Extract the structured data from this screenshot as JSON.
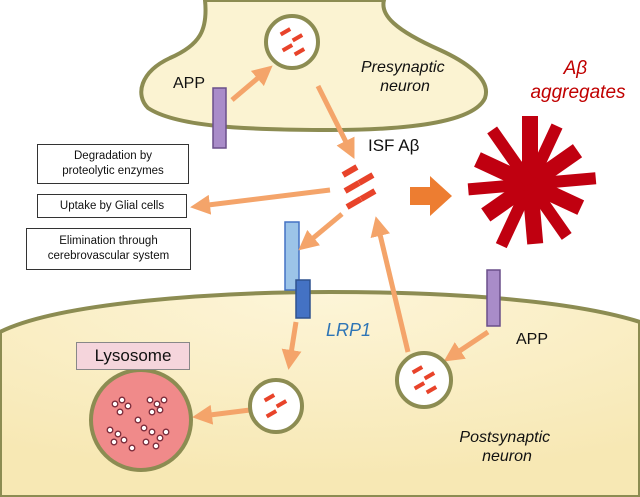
{
  "labels": {
    "app_top": "APP",
    "presynaptic": [
      "Presynaptic",
      "neuron"
    ],
    "abeta_aggregates": [
      "Aβ",
      "aggregates"
    ],
    "isf_abeta": "ISF Aβ",
    "lrp1": "LRP1",
    "app_bottom": "APP",
    "lysosome": "Lysosome",
    "postsynaptic": [
      "Postsynaptic",
      "neuron"
    ]
  },
  "boxes": {
    "degradation": [
      "Degradation by",
      "proteolytic enzymes"
    ],
    "glial": "Uptake by Glial cells",
    "elimination": [
      "Elimination through",
      "cerebrovascular system"
    ]
  },
  "colors": {
    "neuron_fill": "#fbf3d2",
    "neuron_stroke": "#8c8c52",
    "arrow": "#f4a46a",
    "fragment": "#e8432a",
    "aggregate": "#c00010",
    "app_protein": "#a98cc9",
    "lrp1_light": "#9cc4e8",
    "lrp1_dark": "#4472c4",
    "lysosome_fill": "#f08a8a",
    "lrp1_text": "#2e75b6",
    "aggregates_text": "#c00000"
  }
}
